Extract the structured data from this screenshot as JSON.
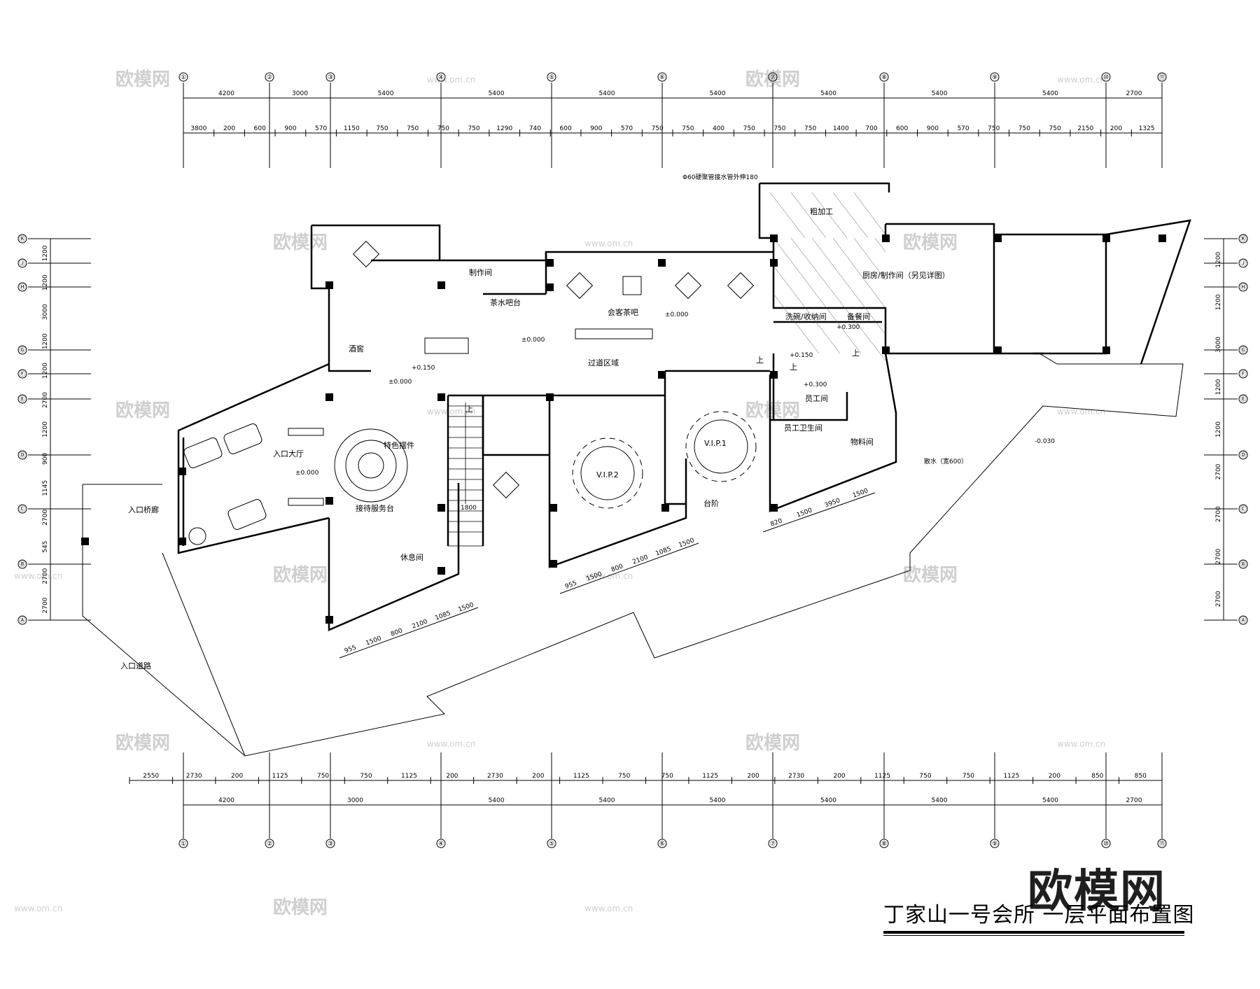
{
  "drawing": {
    "title": "丁家山一号会所  一层平面布置图",
    "logo": "欧模网",
    "watermark": "欧模网",
    "watermark_url": "www.om.cn"
  },
  "axes_vertical": [
    "①",
    "②",
    "③",
    "④",
    "⑤",
    "⑥",
    "⑦",
    "⑧",
    "⑨",
    "⑩",
    "⑪"
  ],
  "axes_horizontal": [
    "Ⓚ",
    "Ⓙ",
    "Ⓗ",
    "Ⓖ",
    "Ⓕ",
    "Ⓔ",
    "Ⓓ",
    "Ⓒ",
    "Ⓑ",
    "Ⓐ"
  ],
  "dims": {
    "top_overall": [
      "4200",
      "3000",
      "5400",
      "5400",
      "5400",
      "5400",
      "5400",
      "5400",
      "5400",
      "2700"
    ],
    "top_detail": [
      "3800",
      "200",
      "600",
      "900",
      "570",
      "1150",
      "750",
      "750",
      "750",
      "750",
      "1290",
      "740",
      "600",
      "900",
      "570",
      "750",
      "750",
      "400",
      "750",
      "750",
      "750",
      "1400",
      "700",
      "600",
      "900",
      "570",
      "750",
      "750",
      "750",
      "2150",
      "200",
      "1325"
    ],
    "bottom_overall": [
      "4200",
      "3000",
      "5400",
      "5400",
      "5400",
      "5400",
      "5400",
      "5400",
      "2700"
    ],
    "bottom_detail": [
      "2550",
      "2730",
      "200",
      "1125",
      "750",
      "750",
      "1125",
      "200",
      "2730",
      "200",
      "1125",
      "750",
      "750",
      "1125",
      "200",
      "2730",
      "200",
      "1125",
      "750",
      "750",
      "1125",
      "200",
      "850",
      "850"
    ],
    "left_side": [
      "1200",
      "1200",
      "3000",
      "1200",
      "1200",
      "2700",
      "1200",
      "900",
      "1145",
      "2700",
      "545",
      "2700",
      "2700"
    ],
    "right_side": [
      "1200",
      "1200",
      "3000",
      "1200",
      "1200",
      "2700",
      "2700",
      "2700",
      "2700"
    ],
    "bay_front": [
      "955",
      "1500",
      "800",
      "2100",
      "1085",
      "1500"
    ],
    "bay_front_right": [
      "820",
      "1500",
      "3950",
      "1500"
    ]
  },
  "rooms": {
    "r1": "粗加工",
    "r2": "厨房/制作间（另见详图）",
    "r3": "制作间",
    "r4": "茶水吧台",
    "r5": "会客茶吧",
    "r6": "过道区域",
    "r7": "酒窖",
    "r8": "洗碗/收纳间",
    "r9": "备餐间",
    "r10": "员工间",
    "r11": "员工卫生间",
    "r12": "物料间",
    "r13": "特色摆件",
    "r14": "入口大厅",
    "r15": "入口桥廊",
    "r16": "接待服务台",
    "r17": "休息间",
    "r18": "入口道路",
    "r19": "V.I.P.2",
    "r20": "V.I.P.1",
    "r21": "散水（宽600）",
    "r22": "台阶",
    "r23": "Φ60硬聚管接水管外伸180"
  },
  "levels": [
    "±0.000",
    "±0.000",
    "+0.150",
    "±0.000",
    "+0.300",
    "+0.150",
    "+0.300",
    "±0.000",
    "-0.030"
  ],
  "stair_marks": [
    "上",
    "上",
    "上",
    "上"
  ],
  "stair_width": "1800"
}
